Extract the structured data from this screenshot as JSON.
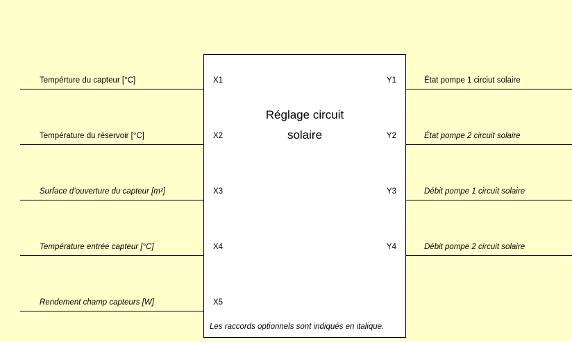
{
  "diagram": {
    "title": "Réglage circuit\nsolaire",
    "note": "Les raccords optionnels sont indiqués en italique.",
    "colors": {
      "background": "#FFFFCC",
      "block_background": "#FFFFFF",
      "line": "#000000",
      "text": "#000000"
    },
    "inputs": [
      {
        "port": "X1",
        "label": "Tempérture du capteur [°C]",
        "optional": false
      },
      {
        "port": "X2",
        "label": "Température du réservoir [°C]",
        "optional": false
      },
      {
        "port": "X3",
        "label": "Surface d’ouverture du capteur [m²]",
        "optional": true
      },
      {
        "port": "X4",
        "label": "Température entrée capteur [°C]",
        "optional": true
      },
      {
        "port": "X5",
        "label": "Rendement champ capteurs [W]",
        "optional": true
      }
    ],
    "outputs": [
      {
        "port": "Y1",
        "label": "État pompe 1 circiut solaire",
        "optional": false
      },
      {
        "port": "Y2",
        "label": "État pompe 2 circuit solaire",
        "optional": true
      },
      {
        "port": "Y3",
        "label": "Débit pompe 1 circuit solaire",
        "optional": true
      },
      {
        "port": "Y4",
        "label": "Débit pompe 2 circuit solaire",
        "optional": true
      }
    ]
  }
}
